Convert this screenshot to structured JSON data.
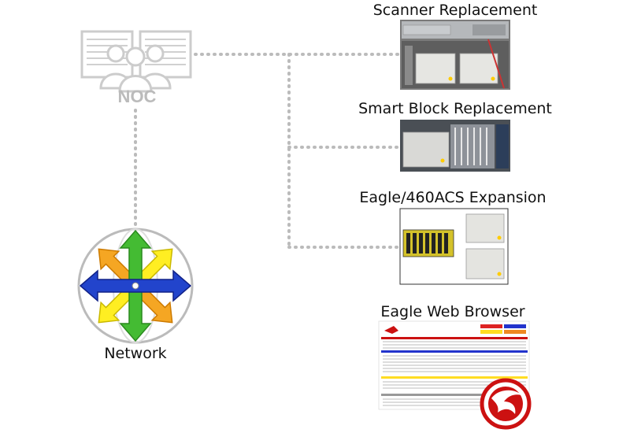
{
  "noc": {
    "label": "NOC"
  },
  "network": {
    "label": "Network"
  },
  "devices": {
    "scanner": {
      "title": "Scanner Replacement"
    },
    "smart_block": {
      "title": "Smart Block Replacement"
    },
    "eagle_expansion": {
      "title": "Eagle/460ACS Expansion"
    },
    "web_browser": {
      "title": "Eagle Web Browser"
    }
  },
  "colors": {
    "connector": "#bbbbbb",
    "noc_icon": "#cccccc",
    "arrow_orange": "#f5a623",
    "arrow_green": "#44bb33",
    "arrow_blue": "#2244cc",
    "arrow_yellow": "#ffee22",
    "logo_red": "#cc1111"
  }
}
